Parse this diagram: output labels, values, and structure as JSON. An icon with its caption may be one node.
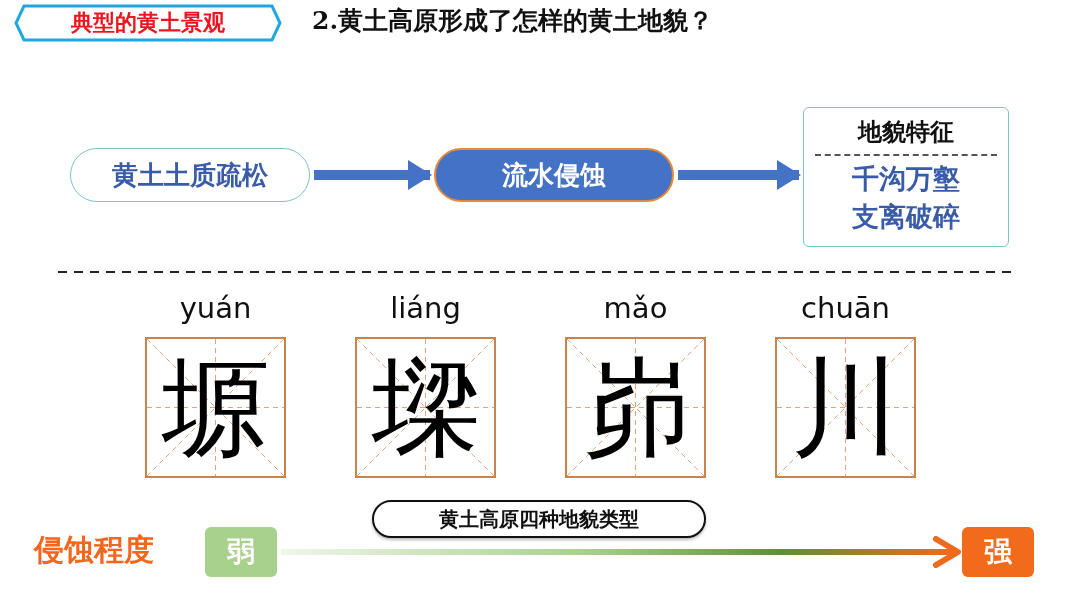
{
  "diagram": {
    "title": "2.黄土高原形成了怎样的黄土地貌？",
    "nodes": [
      {
        "text": [
          "典型的黄土景观"
        ]
      },
      {
        "text": [
          "黄土土质疏松"
        ]
      },
      {
        "text": [
          "流水侵蚀"
        ]
      },
      {
        "text": [
          "地貌特征",
          "千沟万壑支离破碎"
        ]
      },
      {
        "text": [
          "塬"
        ],
        "beside": [
          "yuán"
        ]
      },
      {
        "text": [
          "墚"
        ],
        "beside": [
          "liáng"
        ]
      },
      {
        "text": [
          "峁"
        ],
        "beside": [
          "mǎo"
        ]
      },
      {
        "text": [
          "川"
        ],
        "beside": [
          "chuān"
        ]
      },
      {
        "text": [
          "黄土高原四种地貌类型"
        ]
      },
      {
        "text": [
          "弱"
        ]
      },
      {
        "text": [
          "强"
        ]
      }
    ],
    "edges": [
      {
        "from": 1,
        "to": 2,
        "arrow": "to"
      },
      {
        "from": 2,
        "to": 3,
        "arrow": "to"
      },
      {
        "from": 9,
        "to": 10,
        "arrow": "to"
      }
    ],
    "labels": [
      "侵蚀程度"
    ]
  }
}
